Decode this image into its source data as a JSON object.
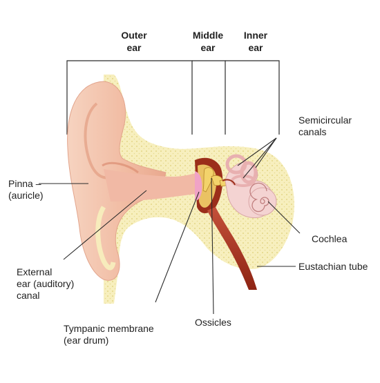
{
  "headers": {
    "outer": {
      "line1": "Outer",
      "line2": "ear"
    },
    "middle": {
      "line1": "Middle",
      "line2": "ear"
    },
    "inner": {
      "line1": "Inner",
      "line2": "ear"
    }
  },
  "labels": {
    "pinna": {
      "line1": "Pinna –",
      "line2": "(auricle)"
    },
    "external_canal": {
      "line1": "External",
      "line2": "ear (auditory)",
      "line3": "canal"
    },
    "tympanic": {
      "line1": "Tympanic membrane",
      "line2": "(ear drum)"
    },
    "ossicles": "Ossicles",
    "semicircular": {
      "line1": "Semicircular",
      "line2": "canals"
    },
    "cochlea": "Cochlea",
    "eustachian": "Eustachian tube"
  },
  "colors": {
    "skin": "#f3c3ac",
    "skin_dark": "#e8a58a",
    "bone": "#f7efbe",
    "bone_dot": "#e6d98f",
    "canal": "#f1b9a5",
    "drum": "#f0a3c6",
    "ossicle": "#f3d36b",
    "inner_ear": "#f4d3d2",
    "tube": "#a8341f",
    "line": "#2a2a2a"
  }
}
